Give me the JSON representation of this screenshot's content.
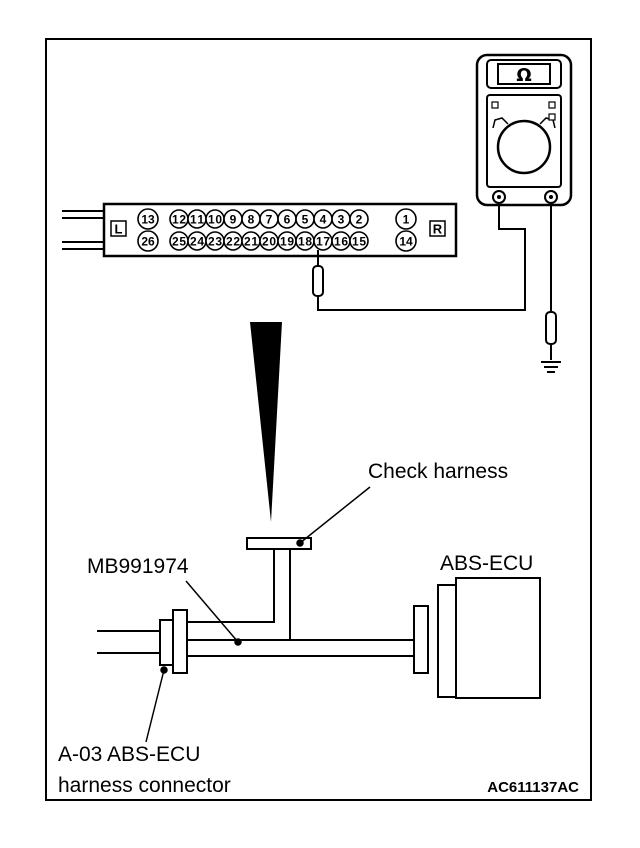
{
  "labels": {
    "check_harness": "Check harness",
    "abs_ecu": "ABS-ECU",
    "mb_tool": "MB991974",
    "connector_line1": "A-03 ABS-ECU",
    "connector_line2": "harness connector",
    "figure_code": "AC611137AC"
  },
  "meter": {
    "unit_symbol": "Ω"
  },
  "connector": {
    "left_tag": "L",
    "right_tag": "R",
    "top_pins": [
      "13",
      "12",
      "11",
      "10",
      "9",
      "8",
      "7",
      "6",
      "5",
      "4",
      "3",
      "2",
      "1"
    ],
    "bottom_pins": [
      "26",
      "25",
      "24",
      "23",
      "22",
      "21",
      "20",
      "19",
      "18",
      "17",
      "16",
      "15",
      "14"
    ]
  }
}
